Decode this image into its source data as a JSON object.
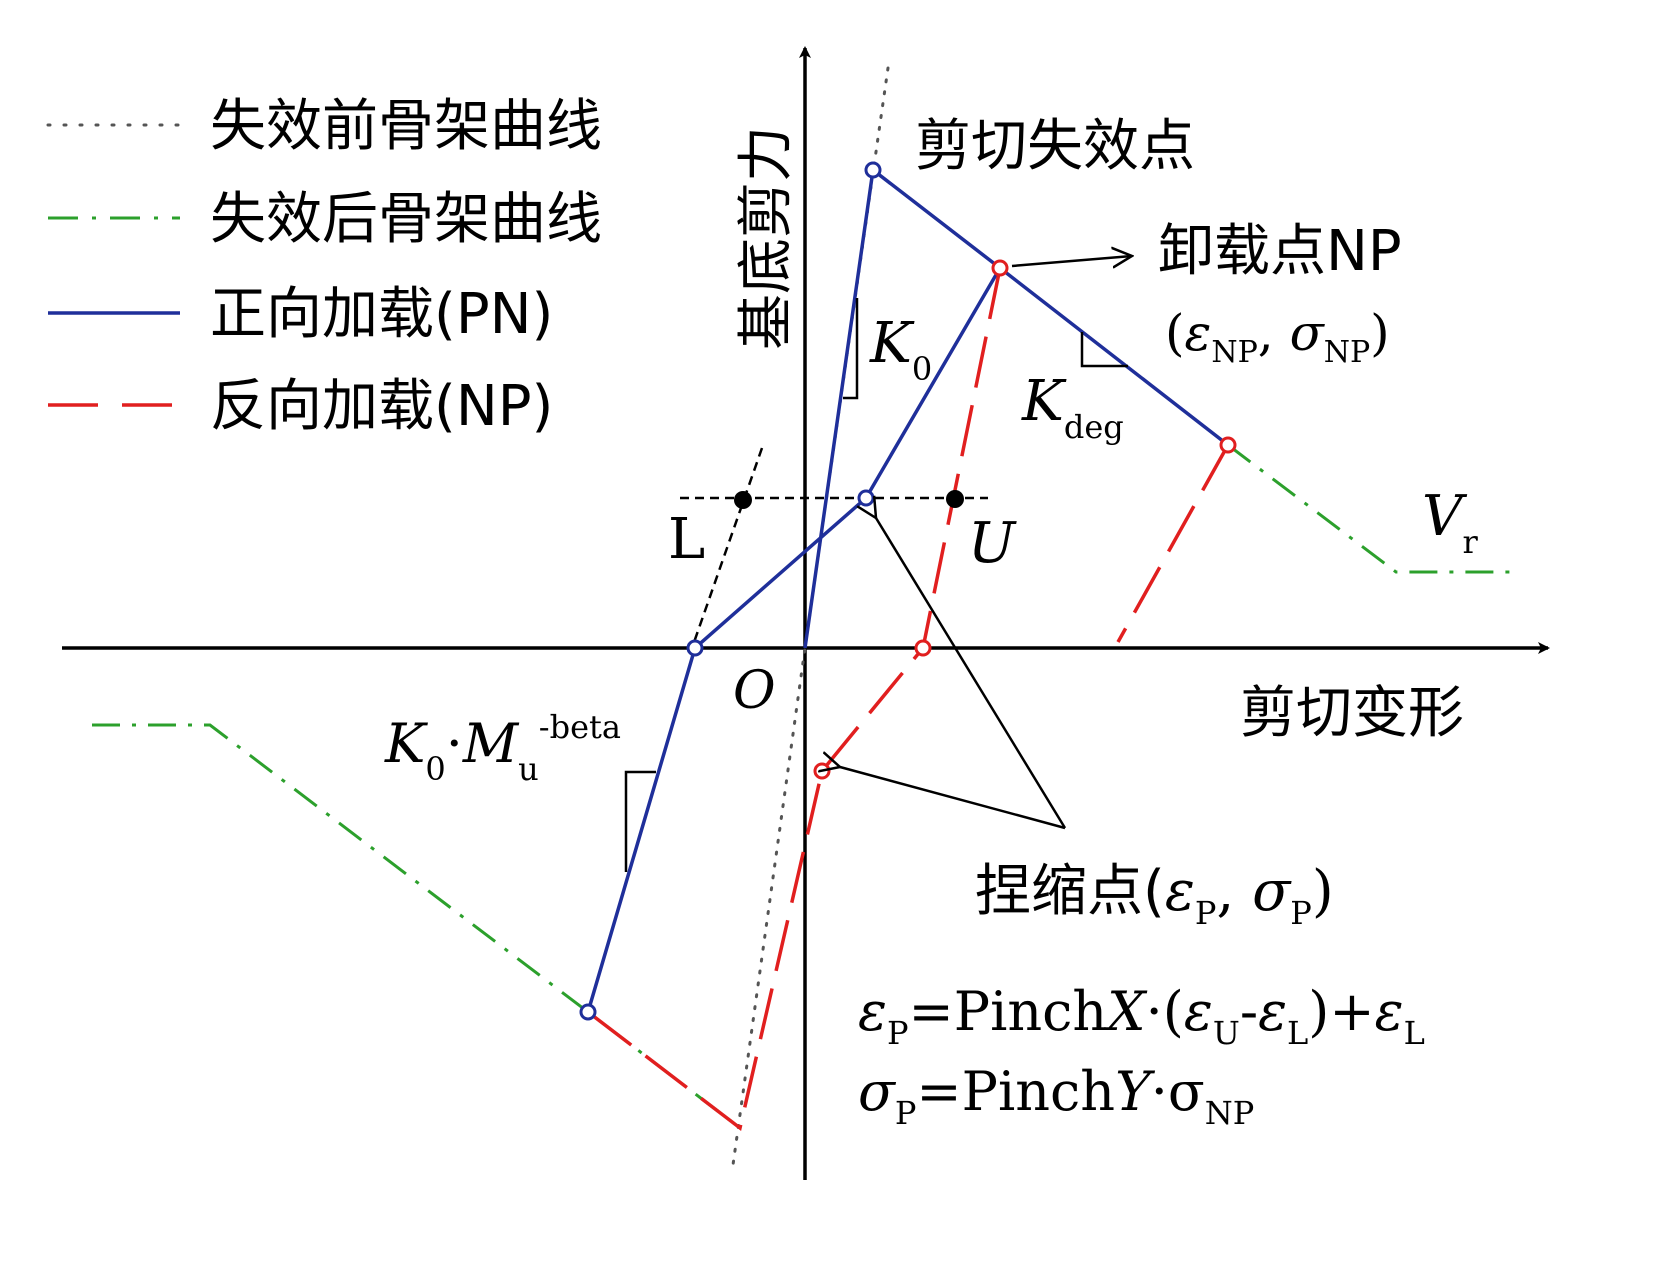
{
  "colors": {
    "forward": "#1f2f9a",
    "reverse": "#e11f1f",
    "post_failure": "#2ca02c",
    "pre_failure": "#555555",
    "axis": "#000000"
  },
  "legend": [
    {
      "label": "失效前骨架曲线",
      "style": "dotted",
      "color": "#555555"
    },
    {
      "label": "失效后骨架曲线",
      "style": "dash-dot",
      "color": "#2ca02c"
    },
    {
      "label": "正向加载(PN)",
      "style": "solid",
      "color": "#1f2f9a"
    },
    {
      "label": "反向加载(NP)",
      "style": "dashed",
      "color": "#e11f1f"
    }
  ],
  "axes": {
    "y_label": "基底剪力",
    "x_label": "剪切变形",
    "origin": "O"
  },
  "labels": {
    "shear_failure": "剪切失效点",
    "unload_point": "卸载点NP",
    "np_coord_open": "(",
    "eps": "ε",
    "np_sub": "NP",
    "comma": ", ",
    "sigma": "σ",
    "np_close": ")",
    "k": "K",
    "k0_sub": "0",
    "kdeg_sub": "deg",
    "v": "V",
    "vr_sub": "r",
    "L": "L",
    "U": "U",
    "k0mu_dot": "·",
    "m": "M",
    "mu_sub": "u",
    "mu_sup": "-beta",
    "pinch_point": "捏缩点(",
    "p_sub": "P",
    "pinch_close": ")"
  },
  "formulas": {
    "f1": {
      "lhs": "ε",
      "lhs_sub": "P",
      "eq": "=Pinch",
      "var": "X",
      "dot": "·(",
      "e1": "ε",
      "e1_sub": "U",
      "minus": "-",
      "e2": "ε",
      "e2_sub": "L",
      "plus": ")+",
      "e3": "ε",
      "e3_sub": "L"
    },
    "f2": {
      "lhs": "σ",
      "lhs_sub": "P",
      "eq": "=Pinch",
      "var": "Y",
      "dot": "·σ",
      "sub": "NP"
    }
  }
}
